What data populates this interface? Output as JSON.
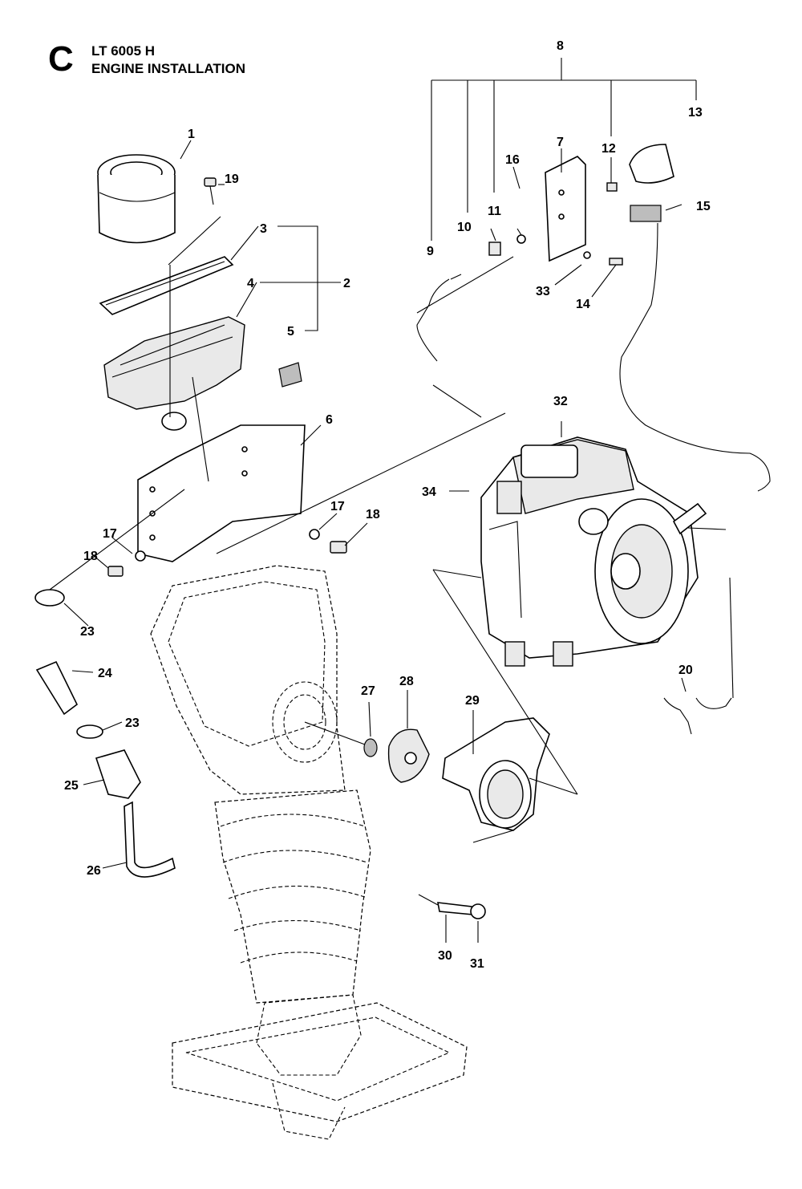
{
  "header": {
    "section_letter": "C",
    "model_code": "LT 6005 H",
    "page_title": "ENGINE INSTALLATION"
  },
  "callouts": [
    "1",
    "2",
    "3",
    "4",
    "5",
    "6",
    "7",
    "8",
    "9",
    "10",
    "11",
    "12",
    "13",
    "14",
    "15",
    "16",
    "17",
    "17",
    "18",
    "18",
    "19",
    "20",
    "23",
    "23",
    "24",
    "25",
    "26",
    "27",
    "28",
    "29",
    "30",
    "31",
    "32",
    "33",
    "34"
  ]
}
